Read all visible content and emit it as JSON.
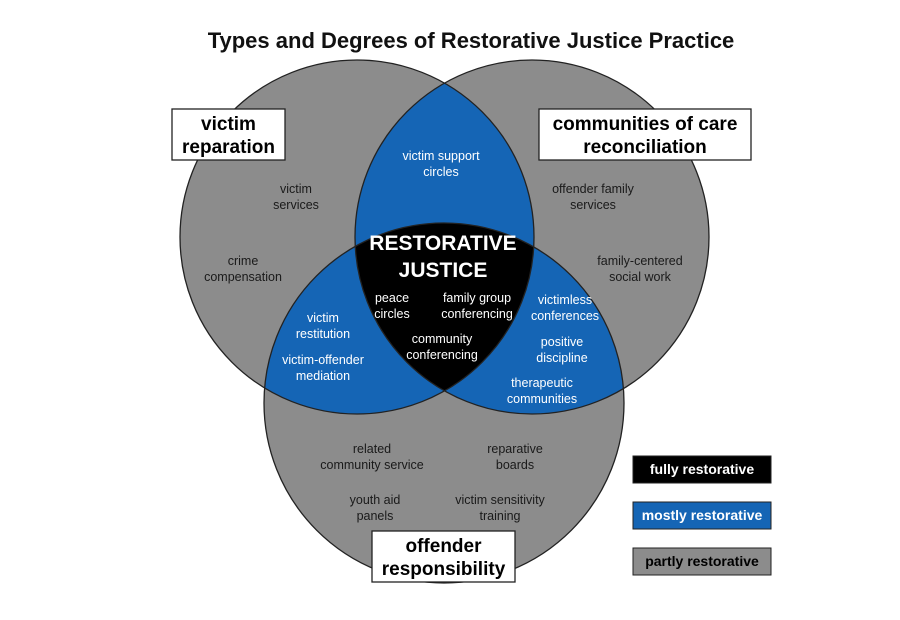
{
  "title": "Types and Degrees of Restorative Justice Practice",
  "center": {
    "line1": "RESTORATIVE",
    "line2": "JUSTICE"
  },
  "circle_labels": {
    "victim": [
      "victim",
      "reparation"
    ],
    "community": [
      "communities of care",
      "reconciliation"
    ],
    "offender": [
      "offender",
      "responsibility"
    ]
  },
  "regions": {
    "victim_only": [
      [
        "victim",
        "services"
      ],
      [
        "crime",
        "compensation"
      ]
    ],
    "community_only": [
      [
        "offender family",
        "services"
      ],
      [
        "family-centered",
        "social work"
      ]
    ],
    "offender_only": [
      [
        "related",
        "community service"
      ],
      [
        "reparative",
        "boards"
      ],
      [
        "youth aid",
        "panels"
      ],
      [
        "victim sensitivity",
        "training"
      ]
    ],
    "victim_community": [
      [
        "victim support",
        "circles"
      ]
    ],
    "victim_offender": [
      [
        "victim",
        "restitution"
      ],
      [
        "victim-offender",
        "mediation"
      ]
    ],
    "community_offender": [
      [
        "victimless",
        "conferences"
      ],
      [
        "positive",
        "discipline"
      ],
      [
        "therapeutic",
        "communities"
      ]
    ],
    "all_three": [
      [
        "peace",
        "circles"
      ],
      [
        "family group",
        "conferencing"
      ],
      [
        "community",
        "conferencing"
      ]
    ]
  },
  "legend": [
    {
      "label": "fully restorative",
      "color": "#000000",
      "text_color": "#ffffff"
    },
    {
      "label": "mostly restorative",
      "color": "#1565b5",
      "text_color": "#ffffff"
    },
    {
      "label": "partly restorative",
      "color": "#8c8c8c",
      "text_color": "#000000"
    }
  ],
  "colors": {
    "partly": "#8c8c8c",
    "mostly": "#1565b5",
    "fully": "#000000",
    "stroke": "#222222"
  }
}
